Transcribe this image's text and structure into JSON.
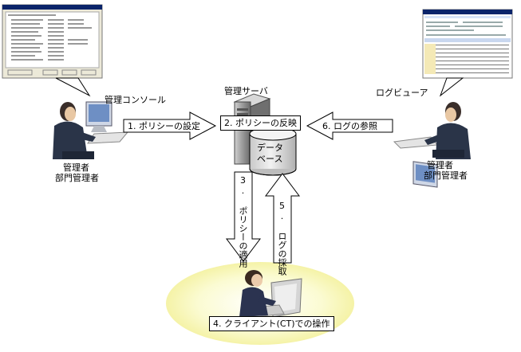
{
  "labels": {
    "console": "管理コンソール",
    "server": "管理サーバ",
    "viewer": "ログビューア",
    "admin_left_1": "管理者",
    "admin_left_2": "部門管理者",
    "admin_right_1": "管理者",
    "admin_right_2": "部門管理者",
    "database_1": "データ",
    "database_2": "ベース"
  },
  "steps": {
    "step1": "1. ポリシーの設定",
    "step2": "2. ポリシーの反映",
    "step3": "3. ポリシーの適用",
    "step4": "4. クライアント(CT)での操作",
    "step5": "5. ログの採取",
    "step6": "6. ログの参照"
  },
  "colors": {
    "arrow_fill": "#ffffff",
    "arrow_stroke": "#000000",
    "client_ellipse": "#fbfbc7",
    "window_title": "#0a246a",
    "server_body": "#8c8c8c",
    "db_fill": "#e4e4e4"
  }
}
